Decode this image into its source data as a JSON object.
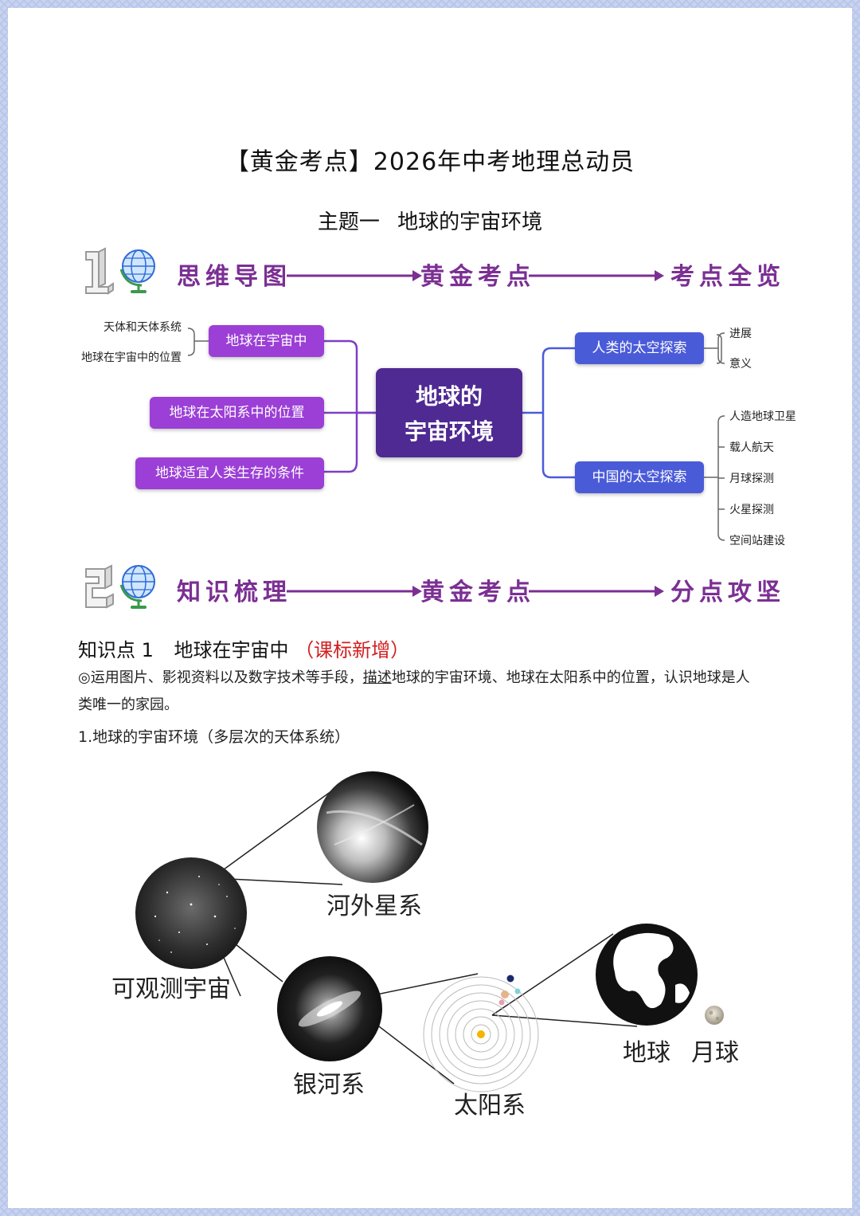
{
  "header": {
    "title": "【黄金考点】2026年中考地理总动员",
    "subtitle": "主题一   地球的宇宙环境"
  },
  "banner1": {
    "number": "1",
    "step1": "思维导图",
    "step2": "黄金考点",
    "step3": "考点全览"
  },
  "banner2": {
    "number": "2",
    "step1": "知识梳理",
    "step2": "黄金考点",
    "step3": "分点攻坚"
  },
  "mindmap": {
    "center_line1": "地球的",
    "center_line2": "宇宙环境",
    "left_nodes": [
      "地球在宇宙中",
      "地球在太阳系中的位置",
      "地球适宜人类生存的条件"
    ],
    "left_leaves": [
      "天体和天体系统",
      "地球在宇宙中的位置"
    ],
    "right_nodes": [
      "人类的太空探索",
      "中国的太空探索"
    ],
    "right_leaves_top": [
      "进展",
      "意义"
    ],
    "right_leaves_bottom": [
      "人造地球卫星",
      "载人航天",
      "月球探测",
      "火星探测",
      "空间站建设"
    ]
  },
  "knowledge": {
    "kp_prefix": "知识点 1",
    "kp_name": "地球在宇宙中",
    "kp_tag": "（课标新增）",
    "req_part1": "◎运用图片、影视资料以及数字技术等手段，",
    "req_underlined": "描述",
    "req_part2": "地球的宇宙环境、地球在太阳系中的位置，认识地球是人",
    "req_line2": "类唯一的家园。",
    "section_heading": "1.地球的宇宙环境（多层次的天体系统）"
  },
  "figure": {
    "labels": {
      "observable_universe": "可观测宇宙",
      "extragalactic": "河外星系",
      "milky_way": "银河系",
      "solar_system": "太阳系",
      "earth": "地球",
      "moon": "月球"
    }
  },
  "colors": {
    "banner_purple": "#7b2f93",
    "left_node": "#9b3fd6",
    "right_node": "#4a5bd8",
    "center_node": "#4f2a93",
    "tag_red": "#d21f1f"
  },
  "icons": [
    "number-one-icon",
    "globe-icon",
    "number-two-icon"
  ]
}
